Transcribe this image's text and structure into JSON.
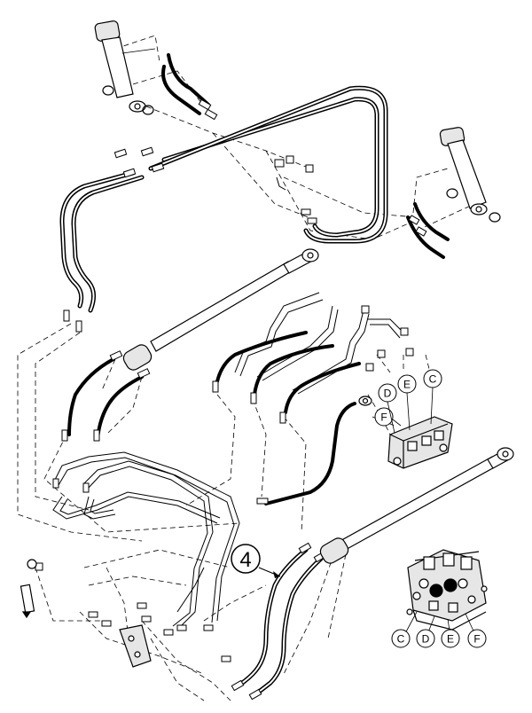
{
  "diagram": {
    "callout_number": "4",
    "port_labels_valve": [
      "D",
      "E",
      "C",
      "F"
    ],
    "port_labels_inset": [
      "C",
      "D",
      "E",
      "F"
    ],
    "colors": {
      "line": "#000000",
      "background": "#ffffff",
      "component_fill": "#e6e6e6"
    }
  }
}
